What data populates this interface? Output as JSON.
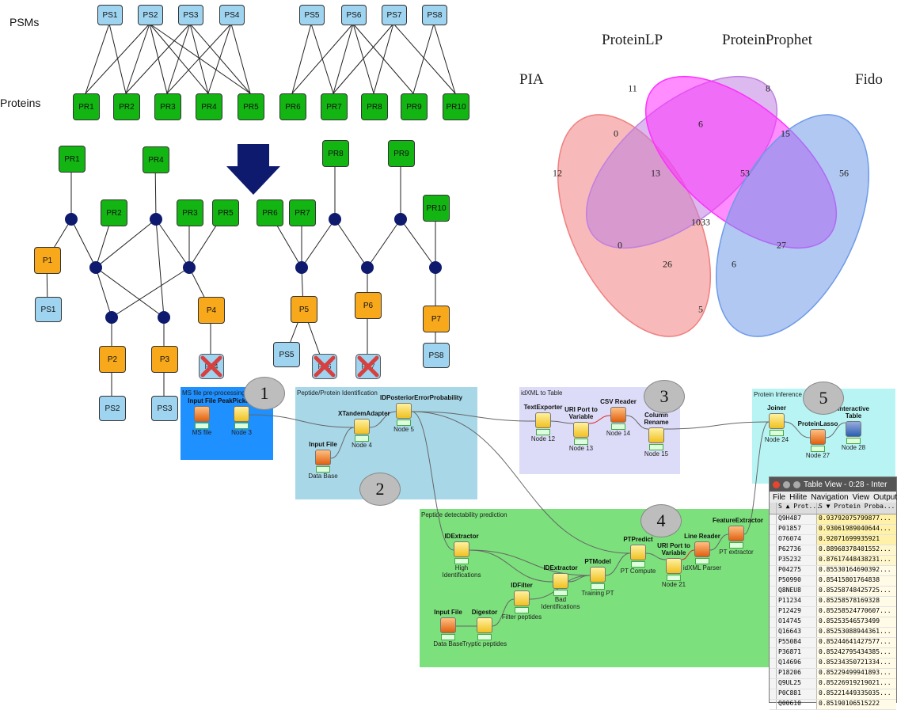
{
  "graph": {
    "psms_label": "PSMs",
    "proteins_label": "Proteins",
    "psms": [
      "PS1",
      "PS2",
      "PS3",
      "PS4",
      "PS5",
      "PS6",
      "PS7",
      "PS8"
    ],
    "proteins": [
      "PR1",
      "PR2",
      "PR3",
      "PR4",
      "PR5",
      "PR6",
      "PR7",
      "PR8",
      "PR9",
      "PR10"
    ]
  },
  "tree": {
    "proteins": [
      "PR1",
      "PR4",
      "PR2",
      "PR3",
      "PR5",
      "PR8",
      "PR9",
      "PR6",
      "PR7",
      "PR10"
    ],
    "groups": [
      "P1",
      "P2",
      "P3",
      "P4",
      "P5",
      "P6",
      "P7"
    ],
    "psms": [
      "PS1",
      "PS2",
      "PS3",
      "PS5",
      "PS8"
    ],
    "removed": [
      "PS4",
      "PS6",
      "PS7"
    ],
    "arrow_color": "#0d1a6e"
  },
  "venn": {
    "labels": [
      "PIA",
      "ProteinLP",
      "ProteinProphet",
      "Fido"
    ],
    "colors": [
      "#f08080",
      "#c080e0",
      "#ff30ff",
      "#6f9be8"
    ],
    "counts": [
      "11",
      "8",
      "0",
      "6",
      "15",
      "12",
      "13",
      "53",
      "56",
      "1033",
      "0",
      "27",
      "26",
      "6",
      "5"
    ]
  },
  "workflow": {
    "panels": [
      {
        "title": "MS file pre-processing",
        "color": "#1e90ff"
      },
      {
        "title": "Peptide/Protein Identification",
        "color": "#a8d8e8"
      },
      {
        "title": "idXML to Table",
        "color": "#dcdcf8"
      },
      {
        "title": "Peptide detectability prediction",
        "color": "#7ce07c"
      },
      {
        "title": "Protein Inference",
        "color": "#b8f4f4"
      }
    ],
    "markers": [
      "1",
      "2",
      "3",
      "4",
      "5"
    ],
    "nodes": [
      {
        "title": "Input File",
        "label": "MS file",
        "icon": "o"
      },
      {
        "title": "PeakPickerHiRes",
        "label": "Node 3",
        "icon": "y"
      },
      {
        "title": "XTandemAdapter",
        "label": "Node 4",
        "icon": "y"
      },
      {
        "title": "Input File",
        "label": "Data Base",
        "icon": "o"
      },
      {
        "title": "IDPosteriorErrorProbability",
        "label": "Node 5",
        "icon": "y"
      },
      {
        "title": "TextExporter",
        "label": "Node 12",
        "icon": "y"
      },
      {
        "title": "URI Port to Variable",
        "label": "Node 13",
        "icon": "y"
      },
      {
        "title": "CSV Reader",
        "label": "Node 14",
        "icon": "o"
      },
      {
        "title": "Column Rename",
        "label": "Node 15",
        "icon": "y"
      },
      {
        "title": "Joiner",
        "label": "Node 24",
        "icon": "y"
      },
      {
        "title": "ProteinLasso",
        "label": "Node 27",
        "icon": "o"
      },
      {
        "title": "Interactive Table",
        "label": "Node 28",
        "icon": "b"
      },
      {
        "title": "IDExtractor",
        "label": "High Identifications",
        "icon": "y"
      },
      {
        "title": "IDExtractor",
        "label": "Bad Identifications",
        "icon": "y"
      },
      {
        "title": "IDFilter",
        "label": "Filter peptides",
        "icon": "y"
      },
      {
        "title": "Input File",
        "label": "Data Base",
        "icon": "o"
      },
      {
        "title": "Digestor",
        "label": "Tryptic peptides",
        "icon": "y"
      },
      {
        "title": "PTModel",
        "label": "Training PT",
        "icon": "y"
      },
      {
        "title": "PTPredict",
        "label": "PT Compute",
        "icon": "y"
      },
      {
        "title": "URI Port to Variable",
        "label": "Node 21",
        "icon": "y"
      },
      {
        "title": "Line Reader",
        "label": "idXML Parser",
        "icon": "o"
      },
      {
        "title": "FeatureExtractor",
        "label": "PT extractor",
        "icon": "o"
      }
    ]
  },
  "table_view": {
    "title": "Table View - 0:28 - Inter",
    "menu": [
      "File",
      "Hilite",
      "Navigation",
      "View",
      "Output"
    ],
    "headers": [
      "S ▲ Prot...",
      "S ▼ Protein Proba..."
    ],
    "rows": [
      [
        "Q9H487",
        "0.93792075799877..."
      ],
      [
        "P01857",
        "0.93061989040644..."
      ],
      [
        "O76074",
        "0.92071699935921"
      ],
      [
        "P62736",
        "0.88968378401552..."
      ],
      [
        "P35232",
        "0.87617448438231..."
      ],
      [
        "P04275",
        "0.85530164690392..."
      ],
      [
        "P50990",
        "0.85415801764838"
      ],
      [
        "Q8NEU8",
        "0.85258748425725..."
      ],
      [
        "P11234",
        "0.85258578169328"
      ],
      [
        "P12429",
        "0.85258524770607..."
      ],
      [
        "O14745",
        "0.85253546573499"
      ],
      [
        "Q16643",
        "0.85253088944361..."
      ],
      [
        "P55084",
        "0.85244641427577..."
      ],
      [
        "P36871",
        "0.85242795434385..."
      ],
      [
        "Q14696",
        "0.85234350721334..."
      ],
      [
        "P18206",
        "0.85229499941893..."
      ],
      [
        "Q9UL25",
        "0.85226919219021..."
      ],
      [
        "P0C881",
        "0.85221449335035..."
      ],
      [
        "Q00610",
        "0.85190106515222"
      ]
    ]
  }
}
